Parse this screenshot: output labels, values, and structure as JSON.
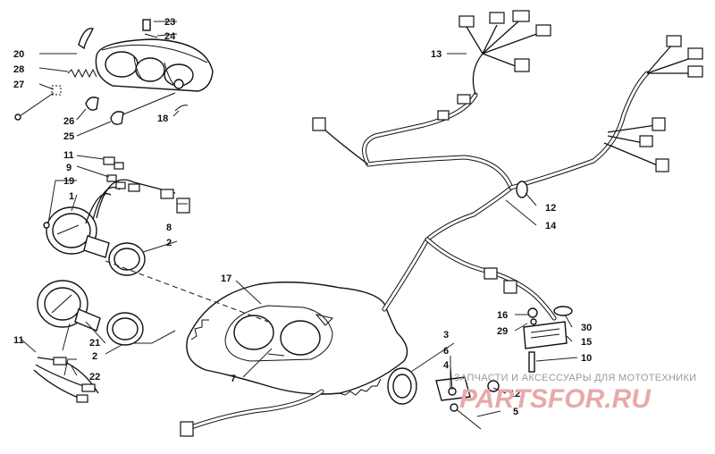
{
  "diagram": {
    "callouts": {
      "c1": "1",
      "c2a": "2",
      "c2b": "2",
      "c3": "3",
      "c4": "4",
      "c5": "5",
      "c6": "6",
      "c7": "7",
      "c8": "8",
      "c9": "9",
      "c10": "10",
      "c11a": "11",
      "c11b": "11",
      "c12a": "12",
      "c12b": "12",
      "c13": "13",
      "c14": "14",
      "c15": "15",
      "c16": "16",
      "c17": "17",
      "c18": "18",
      "c19": "19",
      "c20": "20",
      "c21": "21",
      "c22": "22",
      "c23": "23",
      "c24": "24",
      "c25": "25",
      "c26": "26",
      "c27": "27",
      "c28": "28",
      "c29": "29",
      "c30": "30"
    },
    "watermark": {
      "tagline": "ЗАПЧАСТИ И АКСЕССУАРЫ ДЛЯ МОТОТЕХНИКИ",
      "brand": "PARTSFOR.RU",
      "color": "#e8a9a9"
    }
  }
}
